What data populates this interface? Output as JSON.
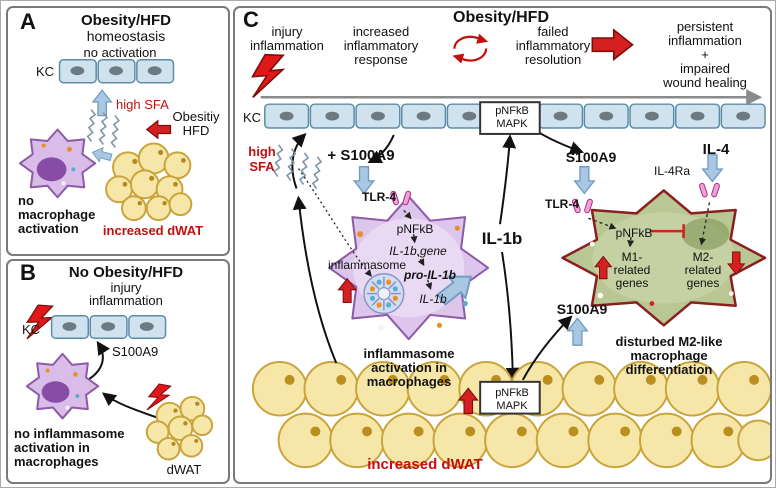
{
  "panelA": {
    "letter": "A",
    "title": "Obesity/HFD",
    "subtitle": "homeostasis",
    "no_activation": "no activation",
    "kc": "KC",
    "high_sfa": "high SFA",
    "obesity1": "Obesitiy",
    "obesity2": "HFD",
    "no_mac1": "no",
    "no_mac2": "macrophage",
    "no_mac3": "activation",
    "increased_dwat": "increased dWAT"
  },
  "panelB": {
    "letter": "B",
    "title": "No Obesity/HFD",
    "injury": "injury",
    "inflammation": "inflammation",
    "kc": "KC",
    "s100a9": "S100A9",
    "noinf1": "no inflammasome",
    "noinf2": "activation in",
    "noinf3": "macrophages",
    "dwat": "dWAT"
  },
  "panelC": {
    "letter": "C",
    "title": "Obesity/HFD",
    "injury1": "injury",
    "injury2": "inflammation",
    "inc1": "increased",
    "inc2": "inflammatory",
    "inc3": "response",
    "fail1": "failed",
    "fail2": "inflammatory",
    "fail3": "resolution",
    "pers1": "persistent",
    "pers2": "inflammation",
    "pers3": "+",
    "pers4": "impaired",
    "pers5": "wound healing",
    "kc": "KC",
    "box1_l1": "pNFkB",
    "box1_l2": "MAPK",
    "high1": "high",
    "high2": "SFA",
    "plus_s100a9": "+ S100A9",
    "tlr4_left": "TLR-4",
    "pnfkb_mac": "pNFkB",
    "il1b_gene": "IL-1b gene",
    "inflammasome_label": "inflammasome",
    "pro_il1b": "pro-IL-1b",
    "il1b_small": "IL-1b",
    "il1b_big": "IL-1b",
    "act1": "inflammasome",
    "act2": "activation in",
    "act3": "macrophages",
    "s100a9_top": "S100A9",
    "tlr4_right": "TLR-4",
    "il4": "IL-4",
    "il4ra": "IL-4Ra",
    "pnfkb_green": "pNFkB",
    "m1_1": "M1-",
    "m1_2": "related",
    "m1_3": "genes",
    "m2_1": "M2-",
    "m2_2": "related",
    "m2_3": "genes",
    "dist1": "disturbed M2-like",
    "dist2": "macrophage",
    "dist3": "differentiation",
    "s100a9_mid": "S100A9",
    "box2_l1": "pNFkB",
    "box2_l2": "MAPK",
    "increased_dwat": "increased dWAT"
  },
  "colors": {
    "kc_cell": "#cfe2ee",
    "kc_cell_border": "#5d8ca8",
    "macrophage_purple": "#d9bce8",
    "macrophage_purple_border": "#8e5aa8",
    "macrophage_green": "#b9c795",
    "macrophage_green_border": "#8a1f1f",
    "adipocyte": "#f6e7a9",
    "adipocyte_border": "#c9a43b",
    "red_accent": "#c40f0f",
    "blue_arrow": "#a9c7e2",
    "panel_border": "#7a7a7a"
  },
  "icons": {
    "lightning-bolt-icon": "injury / inflammation trigger",
    "kc-cell": "keratinocyte",
    "macrophage-icon": "macrophage cell",
    "adipocyte-icon": "dermal white adipose tissue cell",
    "tlr4-receptor-icon": "TLR-4 receptor",
    "il4ra-receptor-icon": "IL-4Ra receptor",
    "inflammasome-wheel-icon": "inflammasome complex",
    "lipid-squiggle-icon": "free saturated fatty acids",
    "cycle-arrows-icon": "repeating inflammatory cycle",
    "block-arrow": "directional flux arrow",
    "inhibition-bar": "inhibition"
  }
}
